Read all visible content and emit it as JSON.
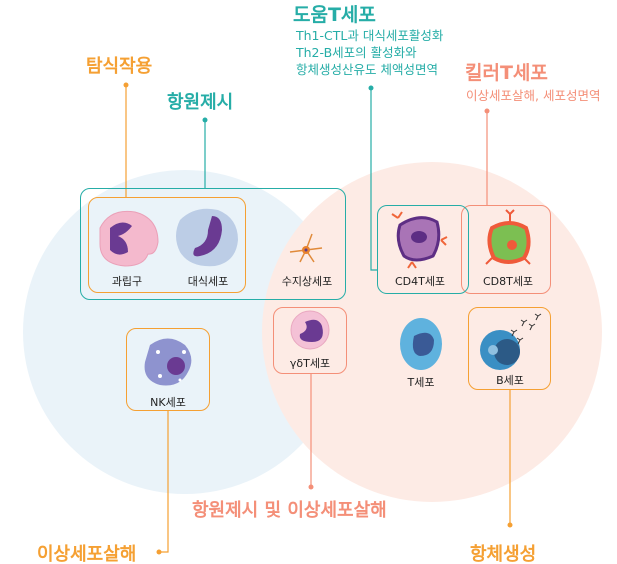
{
  "colors": {
    "teal": "#26ada7",
    "orange": "#f5a033",
    "salmon": "#f48f78",
    "left_circle": "#eaf3f9",
    "right_circle": "#fdebe5"
  },
  "labels": {
    "phagocytosis": "탐식작용",
    "antigen_presentation": "항원제시",
    "helper_t": {
      "title": "도움T세포",
      "desc": [
        "Th1-CTL과 대식세포활성화",
        "Th2-B세포의 활성화와",
        "항체생성산유도 체액성면역"
      ]
    },
    "killer_t": {
      "title": "킬러T세포",
      "desc": "이상세포살해, 세포성면역"
    },
    "antigen_and_kill": "항원제시 및 이상세포살해",
    "abnormal_kill": "이상세포살해",
    "antibody": "항체생성"
  },
  "cells": {
    "granulocyte": "과립구",
    "macrophage": "대식세포",
    "dendritic": "수지상세포",
    "nk": "NK세포",
    "gd_t": "γδT세포",
    "cd4t": "CD4T세포",
    "cd8t": "CD8T세포",
    "t": "T세포",
    "b": "B세포"
  }
}
